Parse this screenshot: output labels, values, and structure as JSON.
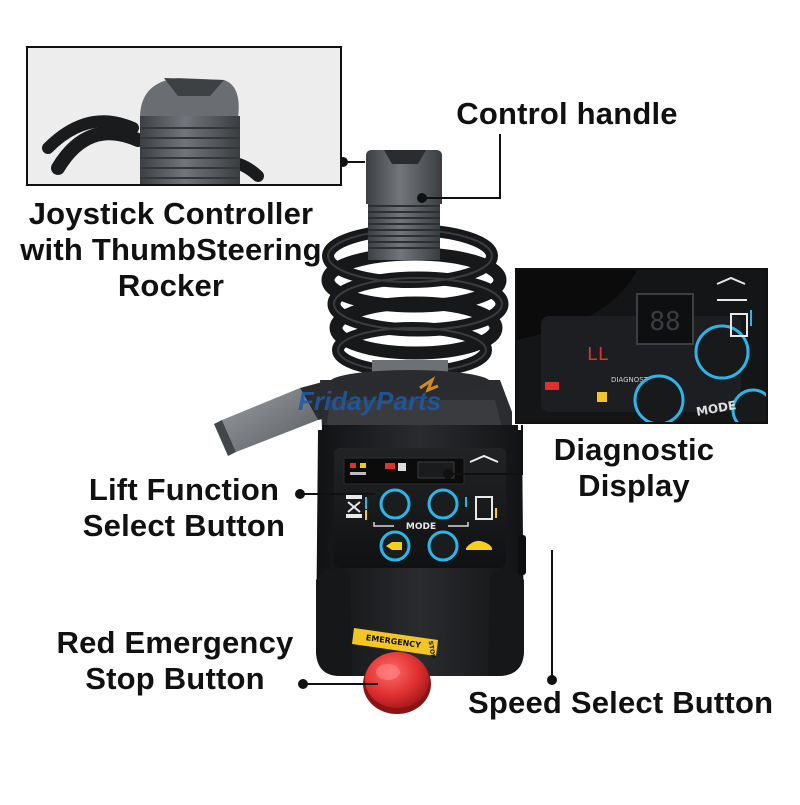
{
  "callouts": {
    "control_handle": "Control handle",
    "joystick_controller": [
      "Joystick Controller",
      "with ThumbSteering",
      "Rocker"
    ],
    "diagnostic_display": [
      "Diagnostic",
      "Display"
    ],
    "lift_function": [
      "Lift Function",
      "Select Button"
    ],
    "emergency_stop": [
      "Red Emergency",
      "Stop Button"
    ],
    "speed_select": "Speed Select Button"
  },
  "product": {
    "watermark": "FridayParts",
    "mode_label": "MODE",
    "emergency_tag": "EMERGENCY",
    "stop_tag": "STOP",
    "diagnostics_text": "DIAGNOSTICS",
    "code_text": "LL",
    "display_digits": "88"
  },
  "colors": {
    "ring_blue": "#2bb6ea",
    "ring_yellow": "#f2cf21",
    "stop_red": "#e03131",
    "tag_yellow": "#f3c623",
    "body_black": "#1d1e20",
    "handle_grey": "#5f6367",
    "watermark_blue": "#1c5aa8",
    "watermark_orange": "#f29a1d"
  }
}
